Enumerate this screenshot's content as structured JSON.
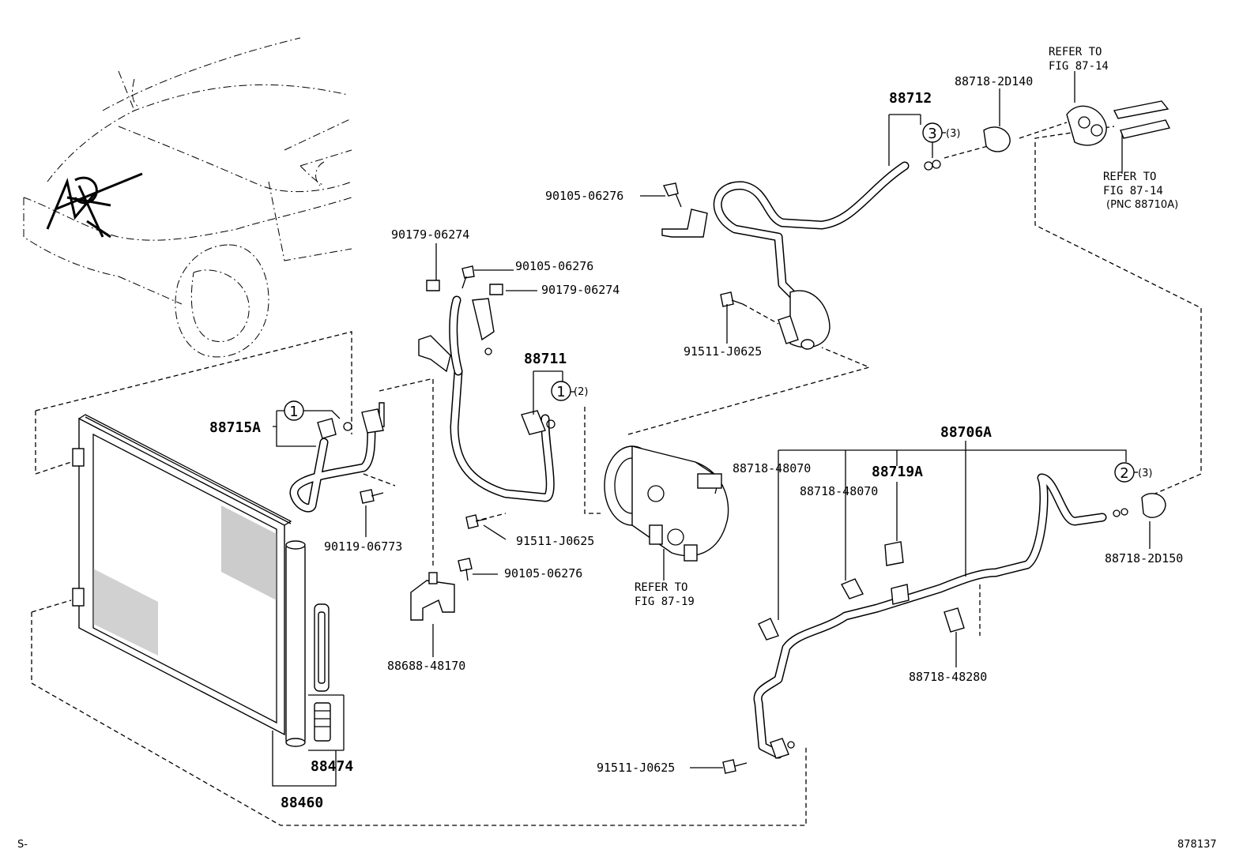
{
  "labels": {
    "p88712": "88712",
    "p88718_2d140": "88718-2D140",
    "refer_top_1": "REFER TO",
    "refer_top_2": "FIG 87-14",
    "refer_right_1": "REFER TO",
    "refer_right_2": "FIG 87-14",
    "refer_right_3": "(PNC 88710A)",
    "p90105_a": "90105-06276",
    "p90179_a": "90179-06274",
    "p90105_b": "90105-06276",
    "p90179_b": "90179-06274",
    "p91511_a": "91511-J0625",
    "p88711": "88711",
    "p88715a": "88715A",
    "p90119": "90119-06773",
    "p91511_b": "91511-J0625",
    "p90105_c": "90105-06276",
    "p88688": "88688-48170",
    "refer_comp_1": "REFER TO",
    "refer_comp_2": "FIG 87-19",
    "p88706a": "88706A",
    "p88718_48070_a": "88718-48070",
    "p88719a": "88719A",
    "p88718_48070_b": "88718-48070",
    "p88718_2d150": "88718-2D150",
    "p88718_48280": "88718-48280",
    "p91511_c": "91511-J0625",
    "p88474": "88474",
    "p88460": "88460",
    "corner_left": "S-",
    "corner_right": "878137"
  },
  "callouts": {
    "c1_a": "1",
    "c1_b": "1",
    "c2": "2",
    "c3": "3",
    "qty_2": "(2)",
    "qty_3a": "(3)",
    "qty_3b": "(3)"
  }
}
